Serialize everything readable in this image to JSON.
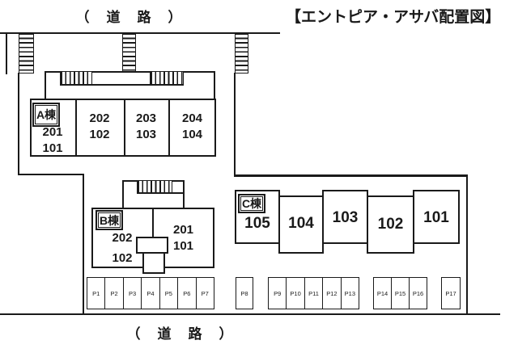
{
  "title": "【エントピア・アサバ配置図】",
  "roads": {
    "top": "（　道　路　）",
    "bottom": "（　道　路　）"
  },
  "building_a": {
    "label": "A棟",
    "units": [
      [
        "201",
        "101"
      ],
      [
        "202",
        "102"
      ],
      [
        "203",
        "103"
      ],
      [
        "204",
        "104"
      ]
    ]
  },
  "building_b": {
    "label": "B棟",
    "left_unit": [
      "202",
      "102"
    ],
    "right_unit": [
      "201",
      "101"
    ]
  },
  "building_c": {
    "label": "C棟",
    "units": [
      "105",
      "104",
      "103",
      "102",
      "101"
    ]
  },
  "parking": {
    "stalls": [
      "P1",
      "P2",
      "P3",
      "P4",
      "P5",
      "P6",
      "P7",
      "P8",
      "P9",
      "P10",
      "P11",
      "P12",
      "P13",
      "P14",
      "P15",
      "P16",
      "P17"
    ]
  },
  "colors": {
    "line": "#1a1a1a",
    "background": "#ffffff"
  }
}
